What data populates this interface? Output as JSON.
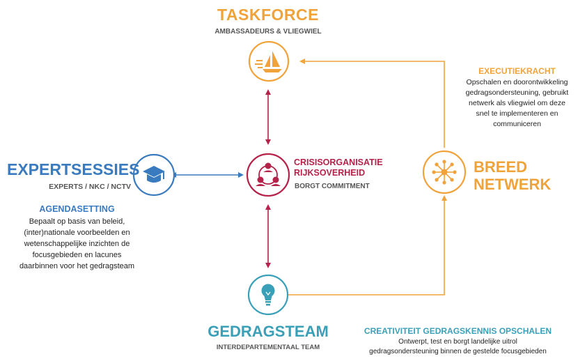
{
  "colors": {
    "taskforce": "#f0a33a",
    "expert": "#3a7bbf",
    "crisis": "#b5224a",
    "gedrag": "#3aa0b8",
    "text": "#1f1f1f",
    "subtext": "#555555"
  },
  "taskforce": {
    "title": "TASKFORCE",
    "subtitle": "AMBASSADEURS & VLIEGWIEL",
    "icon": "sailboat-icon"
  },
  "executiekracht": {
    "heading": "EXECUTIEKRACHT",
    "lines": [
      "Opschalen en doorontwikkeling",
      "gedragsondersteuning, gebruikt",
      "netwerk als vliegwiel om deze",
      "snel te implementeren en",
      "communiceren"
    ]
  },
  "expertsessies": {
    "title": "EXPERTSESSIES",
    "subtitle": "EXPERTS / NKC / NCTV",
    "icon": "graduation-cap-icon"
  },
  "agendasetting": {
    "heading": "AGENDASETTING",
    "lines": [
      "Bepaalt op basis van beleid,",
      "(inter)nationale voorbeelden en",
      "wetenschappelijke inzichten de",
      "focusgebieden en lacunes",
      "daarbinnen voor het gedragsteam"
    ]
  },
  "crisis": {
    "title_lines": [
      "CRISISORGANISATIE",
      "RIJKSOVERHEID"
    ],
    "subtitle": "BORGT COMMITMENT",
    "icon": "people-network-icon"
  },
  "breed": {
    "title_lines": [
      "BREED",
      "NETWERK"
    ],
    "icon": "network-hub-icon"
  },
  "gedragsteam": {
    "title": "GEDRAGSTEAM",
    "subtitle": "INTERDEPARTEMENTAAL TEAM",
    "icon": "lightbulb-icon"
  },
  "creativiteit": {
    "heading": "CREATIVITEIT GEDRAGSKENNIS OPSCHALEN",
    "lines": [
      "Ontwerpt, test en borgt landelijke uitrol",
      "gedragsondersteuning binnen de gestelde focusgebieden"
    ]
  }
}
